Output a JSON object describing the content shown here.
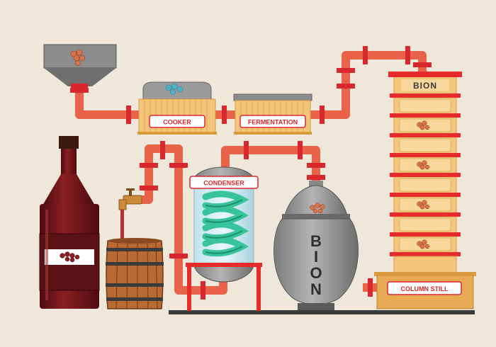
{
  "labels": {
    "cooker": "COOKER",
    "fermentation": "FERMENTATION",
    "condenser": "CONDENSER",
    "column_still": "COLUMN STILL",
    "still_letters": [
      "B",
      "I",
      "O",
      "N"
    ],
    "column_brand": "BION"
  },
  "colors": {
    "background": "#efe7da",
    "pipe": "#e9634a",
    "pipe_flange": "#d8282e",
    "pipe_dark": "#b8322c",
    "metal": "#9a9a9a",
    "metal_dark": "#5f5f5f",
    "column_body": "#f3c47a",
    "column_ring": "#e62b2b",
    "coil": "#37c49a",
    "wood": "#b86a33",
    "bottle": "#6b1518",
    "grain": "#d9734a",
    "floor": "#3a3a3a"
  },
  "icons": [
    "grain-cluster-icon",
    "faucet-icon"
  ]
}
